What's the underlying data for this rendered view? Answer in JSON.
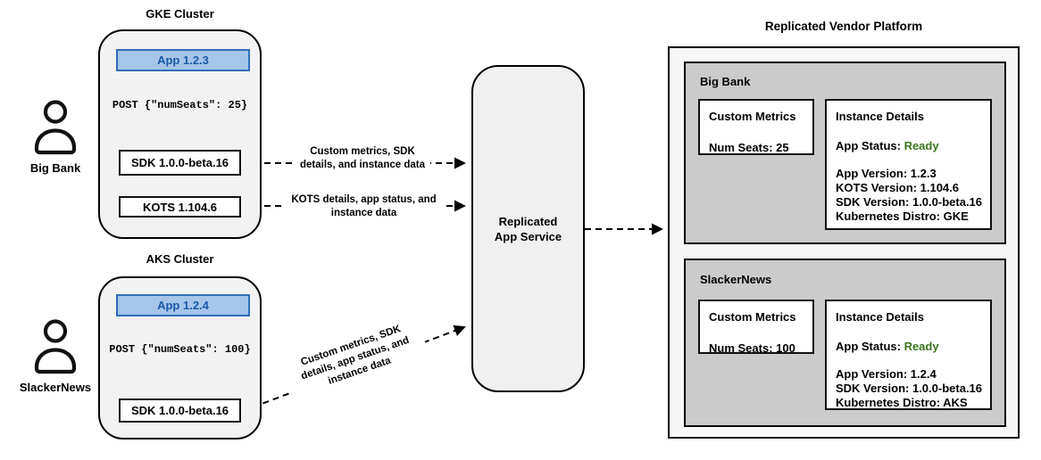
{
  "colors": {
    "app_fill": "#a5c6e9",
    "app_border": "#2f6db8",
    "app_text": "#1b5aa7",
    "ready_green": "#38761d",
    "section_gray": "#cbcbcb",
    "cluster_fill": "#f2f2f2"
  },
  "clusters": {
    "gke": {
      "title": "GKE Cluster",
      "app": "App 1.2.3",
      "post": "POST {\"numSeats\": 25}",
      "sdk": "SDK 1.0.0-beta.16",
      "kots": "KOTS 1.104.6"
    },
    "aks": {
      "title": "AKS Cluster",
      "app": "App 1.2.4",
      "post": "POST {\"numSeats\": 100}",
      "sdk": "SDK 1.0.0-beta.16"
    }
  },
  "actors": {
    "bigbank": "Big Bank",
    "slackernews": "SlackerNews"
  },
  "arrows": {
    "sdk": {
      "line1": "Custom metrics, SDK",
      "line2": "details, and instance data"
    },
    "kots": {
      "line1": "KOTS details, app status, and",
      "line2": "instance data"
    },
    "diag": {
      "line1": "Custom metrics, SDK",
      "line2": "details, app status, and",
      "line3": "instance data"
    }
  },
  "service": {
    "line1": "Replicated",
    "line2": "App Service"
  },
  "platform": {
    "title": "Replicated Vendor Platform",
    "sections": [
      {
        "name": "Big Bank",
        "metrics_title": "Custom Metrics",
        "metrics_value": "Num Seats: 25",
        "details_title": "Instance Details",
        "status_label": "App Status: ",
        "status_value": "Ready",
        "lines": [
          "App Version: 1.2.3",
          "KOTS Version: 1.104.6",
          "SDK Version: 1.0.0-beta.16",
          "Kubernetes Distro: GKE"
        ]
      },
      {
        "name": "SlackerNews",
        "metrics_title": "Custom Metrics",
        "metrics_value": "Num Seats: 100",
        "details_title": "Instance Details",
        "status_label": "App Status: ",
        "status_value": "Ready",
        "lines": [
          "App Version: 1.2.4",
          "SDK Version: 1.0.0-beta.16",
          "Kubernetes Distro: AKS"
        ]
      }
    ]
  }
}
